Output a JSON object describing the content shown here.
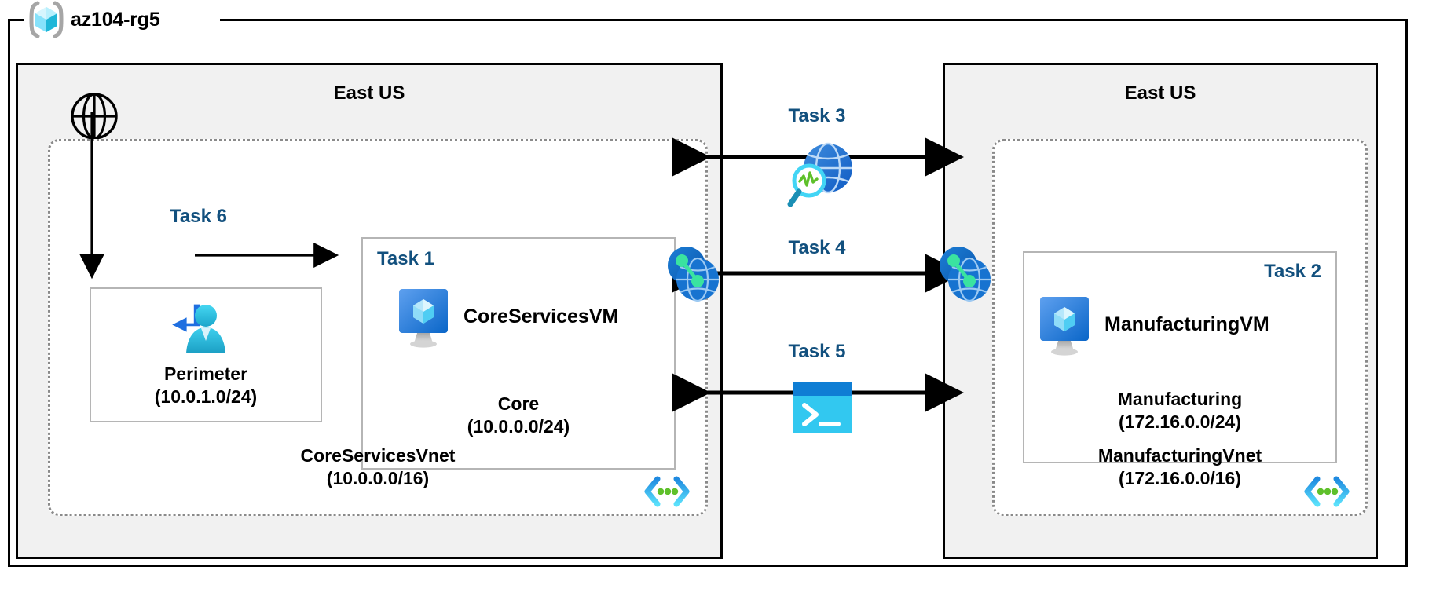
{
  "diagram": {
    "resource_group": {
      "name": "az104-rg5",
      "icon": "resource-group-icon"
    },
    "regions": [
      {
        "id": "left",
        "name": "East US"
      },
      {
        "id": "right",
        "name": "East US"
      }
    ],
    "vnets": [
      {
        "id": "core",
        "name": "CoreServicesVnet",
        "address_space": "(10.0.0.0/16)",
        "icon": "subnet-code-icon"
      },
      {
        "id": "manufacturing",
        "name": "ManufacturingVnet",
        "address_space": "(172.16.0.0/16)",
        "icon": "subnet-code-icon"
      }
    ],
    "subnets": [
      {
        "id": "perimeter",
        "task": "Task 6",
        "name": "Perimeter",
        "address_space": "(10.0.1.0/24)",
        "icon": "bastion-user-icon"
      },
      {
        "id": "core",
        "task": "Task 1",
        "name": "Core",
        "address_space": "(10.0.0.0/24)",
        "vm": "CoreServicesVM",
        "icon": "virtual-machine-icon"
      },
      {
        "id": "manufacturing",
        "task": "Task 2",
        "name": "Manufacturing",
        "address_space": "(172.16.0.0/24)",
        "vm": "ManufacturingVM",
        "icon": "virtual-machine-icon"
      }
    ],
    "connections": [
      {
        "id": "task3",
        "label": "Task 3",
        "icon": "network-watcher-icon"
      },
      {
        "id": "task4",
        "label": "Task 4",
        "icon": "vnet-peering-icon"
      },
      {
        "id": "task5",
        "label": "Task 5",
        "icon": "cloud-shell-icon"
      }
    ],
    "icons": {
      "internet": "globe-outline-icon",
      "peering_left": "vnet-peering-icon",
      "peering_right": "vnet-peering-icon"
    },
    "colors": {
      "task_label": "#12507e",
      "region_fill": "#f1f1f1",
      "frame": "#000000",
      "vnet_border": "#8a8a8a",
      "subnet_border": "#b5b5b5",
      "azure_blue": "#0078d4",
      "cyan": "#32bedd",
      "green": "#5ec02a"
    }
  }
}
